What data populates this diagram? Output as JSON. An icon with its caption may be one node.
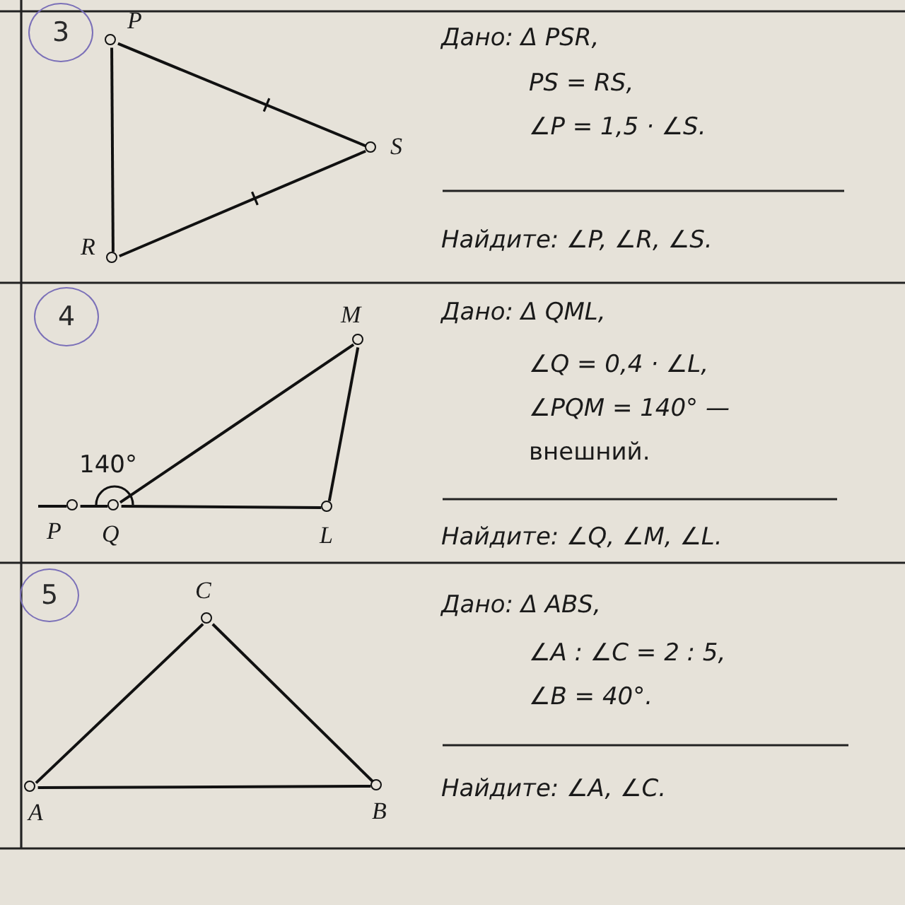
{
  "diagram": {
    "nodes": [
      {
        "text": [
          "3"
        ]
      },
      {
        "text": [
          "P"
        ]
      },
      {
        "text": [
          "R"
        ]
      },
      {
        "text": [
          "S"
        ]
      },
      {
        "text": [
          "4"
        ]
      },
      {
        "text": [
          "P"
        ]
      },
      {
        "text": [
          "Q"
        ]
      },
      {
        "text": [
          "L"
        ]
      },
      {
        "text": [
          "M"
        ]
      },
      {
        "text": [
          "5"
        ]
      },
      {
        "text": [
          "C"
        ]
      },
      {
        "text": [
          "A"
        ]
      },
      {
        "text": [
          "B"
        ]
      }
    ],
    "edges": [
      {
        "from": 1,
        "to": 3,
        "arrow": "none"
      },
      {
        "from": 3,
        "to": 2,
        "arrow": "none"
      },
      {
        "from": 1,
        "to": 2,
        "arrow": "none"
      },
      {
        "from": null,
        "to": 5,
        "arrow": "none"
      },
      {
        "from": 5,
        "to": 6,
        "arrow": "none"
      },
      {
        "from": 6,
        "to": 7,
        "arrow": "none"
      },
      {
        "from": 6,
        "to": 8,
        "arrow": "none"
      },
      {
        "from": 8,
        "to": 7,
        "arrow": "none"
      },
      {
        "from": 11,
        "to": 10,
        "arrow": "none"
      },
      {
        "from": 10,
        "to": 12,
        "arrow": "none"
      },
      {
        "from": 11,
        "to": 12,
        "arrow": "none"
      }
    ],
    "labels": [
      "Дано: Δ PSR,",
      "PS = RS,",
      "∠P = 1,5 · ∠S.",
      "Найдите: ∠P, ∠R, ∠S.",
      "Дано: Δ QML,",
      "∠Q = 0,4 · ∠L,",
      "*∠PQM = 140° —* внешний.",
      "140°",
      "Найдите: ∠Q, ∠M, ∠L.",
      "Дано: Δ ABS,",
      "∠A : ∠C = 2 : 5,",
      "∠B = 40°.",
      "Найдите: ∠A, ∠C."
    ]
  }
}
